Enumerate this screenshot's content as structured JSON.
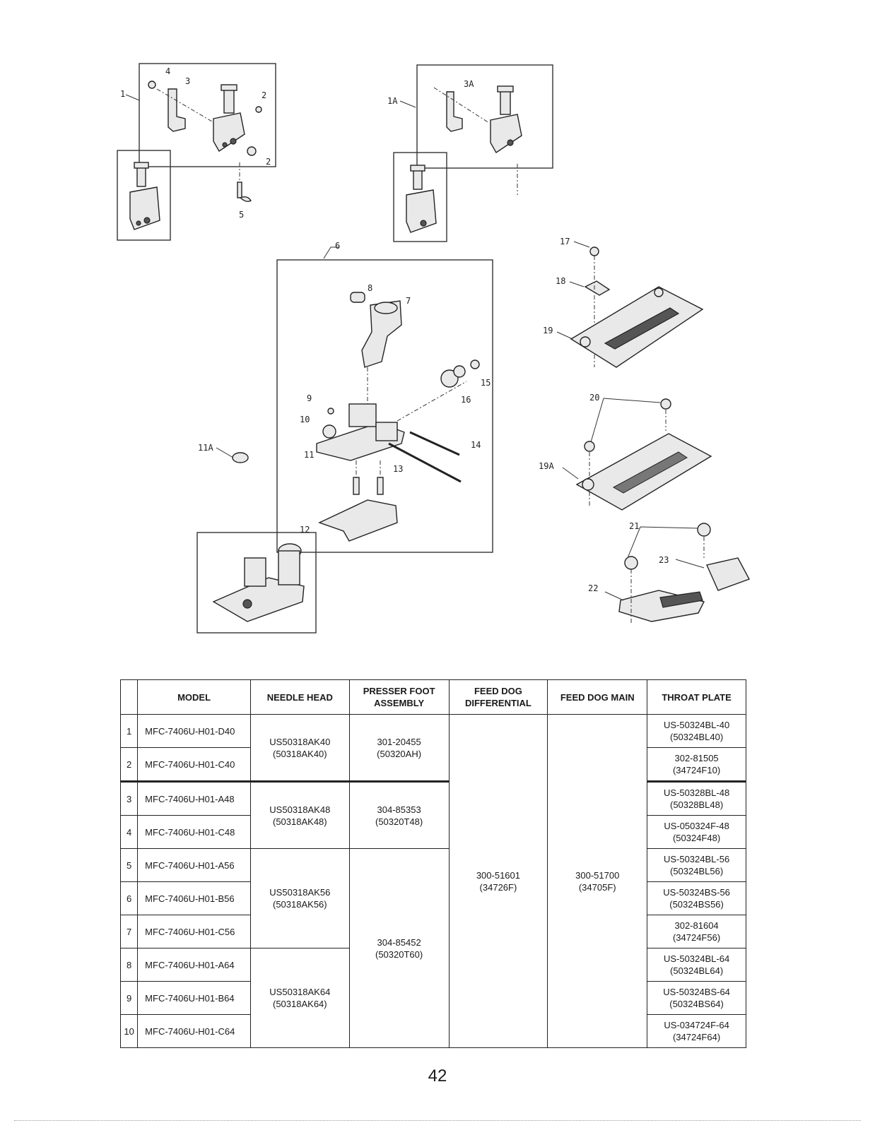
{
  "diagram": {
    "callouts": [
      "1",
      "2",
      "2",
      "3",
      "4",
      "5",
      "1A",
      "3A",
      "6",
      "7",
      "8",
      "9",
      "10",
      "11",
      "11A",
      "12",
      "13",
      "14",
      "15",
      "16",
      "17",
      "18",
      "19",
      "19A",
      "20",
      "21",
      "22",
      "23"
    ]
  },
  "table": {
    "headers": [
      "",
      "MODEL",
      "NEEDLE HEAD",
      "PRESSER FOOT ASSEMBLY",
      "FEED DOG DIFFERENTIAL",
      "FEED DOG MAIN",
      "THROAT PLATE"
    ],
    "rows": [
      {
        "no": "1",
        "model": "MFC-7406U-H01-D40",
        "throat": "US-50324BL-40\n(50324BL40)"
      },
      {
        "no": "2",
        "model": "MFC-7406U-H01-C40",
        "throat": "302-81505\n(34724F10)"
      },
      {
        "no": "3",
        "model": "MFC-7406U-H01-A48",
        "throat": "US-50328BL-48\n(50328BL48)"
      },
      {
        "no": "4",
        "model": "MFC-7406U-H01-C48",
        "throat": "US-050324F-48\n(50324F48)"
      },
      {
        "no": "5",
        "model": "MFC-7406U-H01-A56",
        "throat": "US-50324BL-56\n(50324BL56)"
      },
      {
        "no": "6",
        "model": "MFC-7406U-H01-B56",
        "throat": "US-50324BS-56\n(50324BS56)"
      },
      {
        "no": "7",
        "model": "MFC-7406U-H01-C56",
        "throat": "302-81604\n(34724F56)"
      },
      {
        "no": "8",
        "model": "MFC-7406U-H01-A64",
        "throat": "US-50324BL-64\n(50324BL64)"
      },
      {
        "no": "9",
        "model": "MFC-7406U-H01-B64",
        "throat": "US-50324BS-64\n(50324BS64)"
      },
      {
        "no": "10",
        "model": "MFC-7406U-H01-C64",
        "throat": "US-034724F-64\n(34724F64)"
      }
    ],
    "needle_heads": [
      "US50318AK40\n(50318AK40)",
      "US50318AK48\n(50318AK48)",
      "US50318AK56\n(50318AK56)",
      "US50318AK64\n(50318AK64)"
    ],
    "presser_feet": [
      "301-20455\n(50320AH)",
      "304-85353\n(50320T48)",
      "304-85452\n(50320T60)"
    ],
    "feed_dog_differential": "300-51601\n(34726F)",
    "feed_dog_main": "300-51700\n(34705F)"
  },
  "page_number": "42"
}
